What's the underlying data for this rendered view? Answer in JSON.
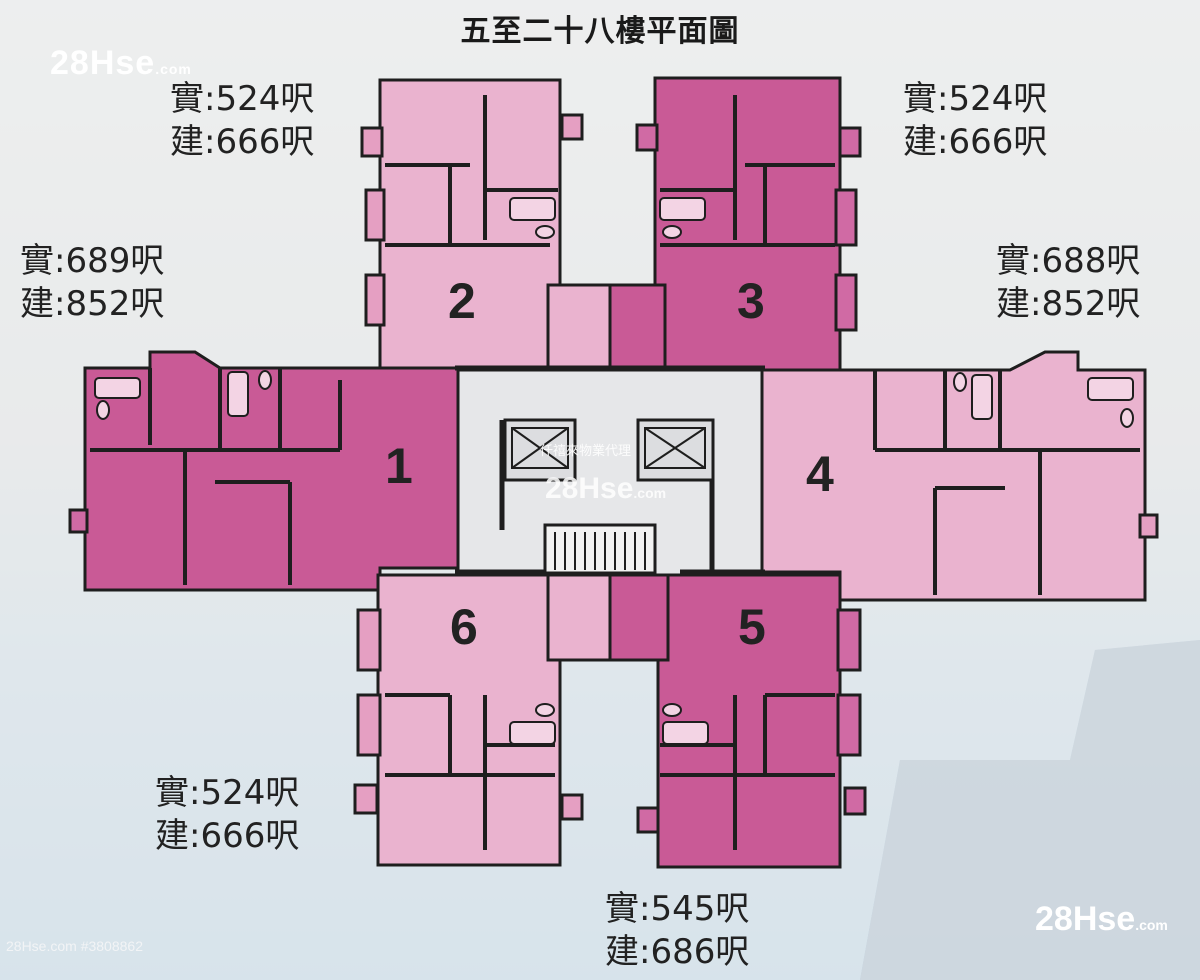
{
  "title": "五至二十八樓平面圖",
  "watermark": {
    "brand": "28Hse",
    "suffix": ".com",
    "listing": "28Hse.com #3808862",
    "agency": "仟禧來物業代理"
  },
  "units": [
    {
      "unit": "1",
      "saleable": "實:689呎",
      "gross": "建:852呎"
    },
    {
      "unit": "2",
      "saleable": "實:524呎",
      "gross": "建:666呎"
    },
    {
      "unit": "3",
      "saleable": "實:524呎",
      "gross": "建:666呎"
    },
    {
      "unit": "4",
      "saleable": "實:688呎",
      "gross": "建:852呎"
    },
    {
      "unit": "5",
      "saleable": "實:545呎",
      "gross": "建:686呎"
    },
    {
      "unit": "6",
      "saleable": "實:524呎",
      "gross": "建:666呎"
    }
  ],
  "colors": {
    "light_pink": "#eab3cf",
    "dark_pink": "#c95a96",
    "wall": "#1e1e1e"
  }
}
